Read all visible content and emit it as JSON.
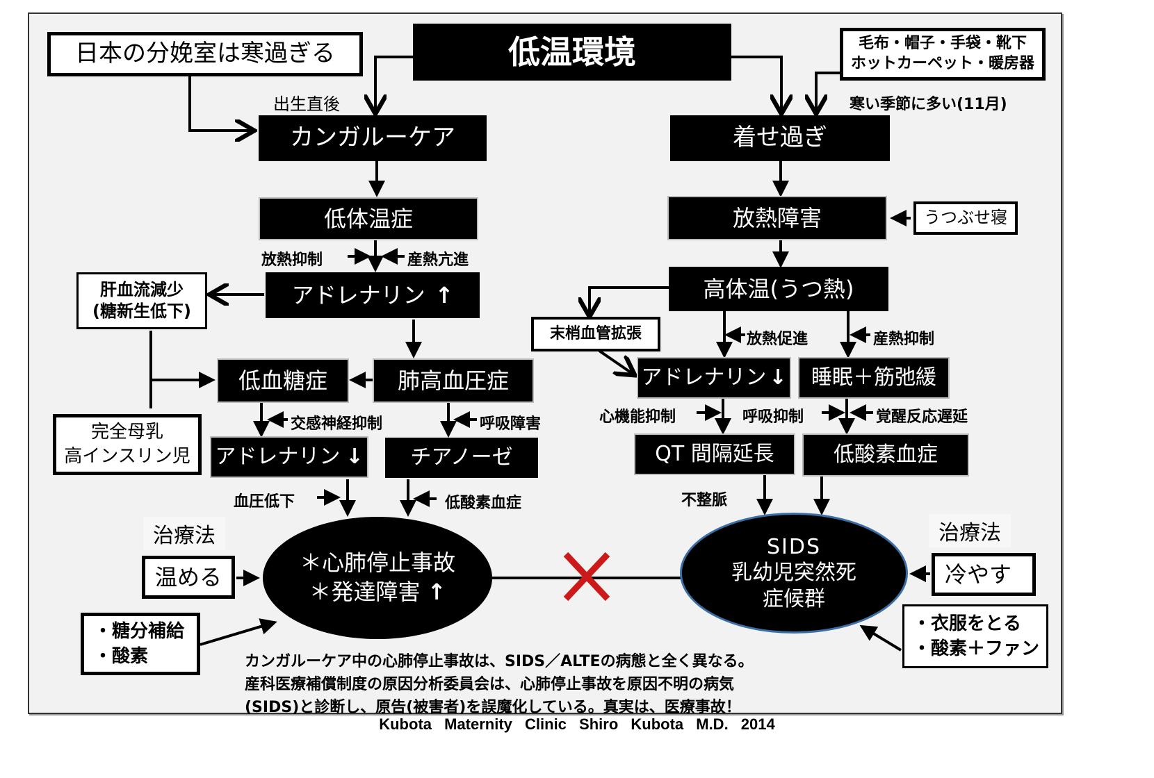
{
  "title": "低温環境",
  "causes": {
    "delivery_room": "日本の分娩室は寒過ぎる",
    "items": [
      "毛布・帽子・手袋・靴下",
      "ホットカーペット・暖房器"
    ],
    "season_note": "寒い季節に多い(11月)"
  },
  "left_branch": {
    "timing_label": "出生直後",
    "kangaroo_care": "カンガルーケア",
    "hypothermia": "低体温症",
    "heat_loss_inhibit": "放熱抑制",
    "heat_prod_increase": "産熱亢進",
    "adrenaline_up": "アドレナリン",
    "liver_blood": [
      "肝血流減少",
      "(糖新生低下)"
    ],
    "hypoglycemia": "低血糖症",
    "pulm_hypertension": "肺高血圧症",
    "breastfeeding": [
      "完全母乳",
      "高インスリン児"
    ],
    "sympathetic_inhibit": "交感神経抑制",
    "respiratory_disorder": "呼吸障害",
    "adrenaline_down": "アドレナリン",
    "cyanosis": "チアノーゼ",
    "bp_drop": "血圧低下",
    "hypoxemia_label": "低酸素血症",
    "outcome": [
      "＊心肺停止事故",
      "＊発達障害"
    ],
    "treatment_header": "治療法",
    "treatment": "温める",
    "supplements": [
      "・糖分補給",
      "・酸素"
    ]
  },
  "right_branch": {
    "overdressing": "着せ過ぎ",
    "heat_dissipation_disorder": "放熱障害",
    "prone_sleep": "うつぶせ寝",
    "hyperthermia": "高体温(うつ熱)",
    "peripheral_vasodilation": "末梢血管拡張",
    "heat_loss_promote": "放熱促進",
    "heat_prod_inhibit": "産熱抑制",
    "adrenaline_down": "アドレナリン",
    "sleep_relax": "睡眠＋筋弛緩",
    "cardiac_inhibit": "心機能抑制",
    "respiratory_inhibit": "呼吸抑制",
    "arousal_delay": "覚醒反応遅延",
    "qt_prolong": "QT 間隔延長",
    "hypoxemia": "低酸素血症",
    "arrhythmia": "不整脈",
    "outcome": [
      "SIDS",
      "乳幼児突然死",
      "症候群"
    ],
    "treatment_header": "治療法",
    "treatment": "冷やす",
    "measures": [
      "・衣服をとる",
      "・酸素＋ファン"
    ]
  },
  "arrows": {
    "up": "↑",
    "down": "↓"
  },
  "not_equal_mark": "✕",
  "footnote": [
    "カンガルーケア中の心肺停止事故は、SIDS／ALTEの病態と全く異なる。",
    "産科医療補償制度の原因分析委員会は、心肺停止事故を原因不明の病気",
    "(SIDS)と診断し、原告(被害者)を誤魔化している。真実は、医療事故！"
  ],
  "credit": "Kubota   Maternity   Clinic     Shiro Kubota M.D.    2014",
  "colors": {
    "node_fill": "#000000",
    "background": "#f2f2f2",
    "cross": "#cc1a1a",
    "sids_border": "#3a6ea5"
  }
}
